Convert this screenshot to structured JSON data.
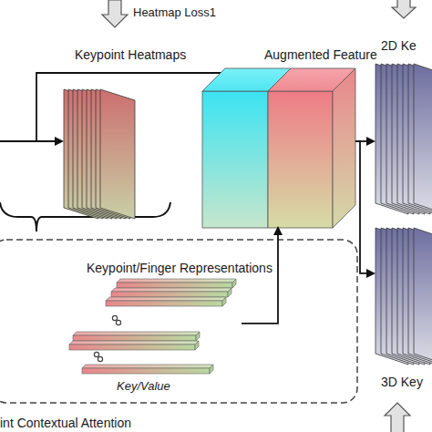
{
  "diagram": {
    "nodes": [
      {
        "text": [
          "Keypoint Heatmaps"
        ]
      },
      {
        "text": [
          "Augmented Feature"
        ]
      },
      {
        "text": [
          "2D Ke"
        ]
      },
      {
        "text": [
          "3D Key"
        ]
      },
      {
        "text": [
          "Keypoint/Finger Representations",
          "int Contextual Attention"
        ]
      },
      {
        "text": [
          "Key/Value"
        ],
        "in": 4
      }
    ],
    "edges": [
      {
        "from": 5,
        "to": 1,
        "arrow": "to"
      },
      {
        "from": 1,
        "to": 2,
        "arrow": "to"
      },
      {
        "from": 1,
        "to": 3,
        "arrow": "to"
      }
    ],
    "labels": [
      "Heatmap Loss1"
    ]
  }
}
